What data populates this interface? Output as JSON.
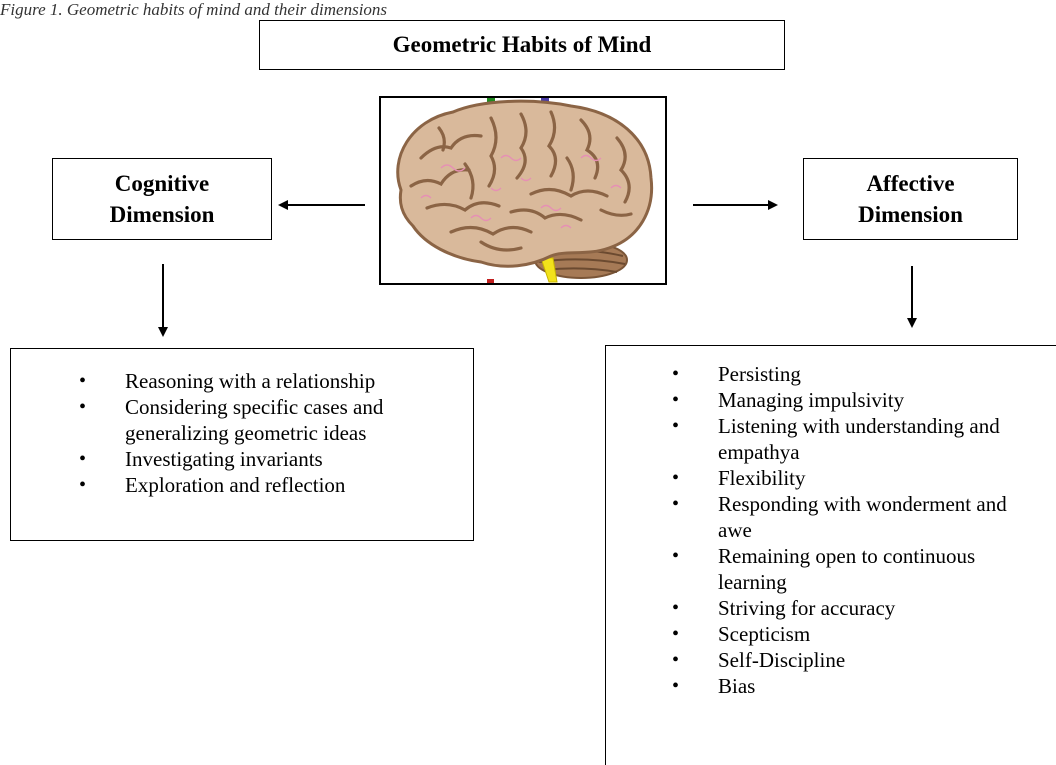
{
  "caption": "Figure 1. Geometric habits of mind and their dimensions",
  "title": "Geometric Habits of Mind",
  "cognitive": {
    "label_line1": "Cognitive",
    "label_line2": "Dimension",
    "items": [
      "Reasoning with a relationship",
      "Considering specific cases and generalizing geometric ideas",
      "Investigating invariants",
      "Exploration and reflection"
    ]
  },
  "affective": {
    "label_line1": "Affective",
    "label_line2": "Dimension",
    "items": [
      "Persisting",
      "Managing impulsivity",
      "Listening with understanding and empathya",
      "Flexibility",
      "Responding with wonderment and awe",
      "Remaining open to continuous learning",
      "Striving for accuracy",
      "Scepticism",
      "Self-Discipline",
      "Bias"
    ]
  },
  "image": {
    "icon": "brain-icon"
  },
  "colors": {
    "brain_fill": "#d9b99b",
    "brain_fold": "#8b6445",
    "brain_vessel": "#e690b4",
    "cerebellum": "#9c7350",
    "stem_yellow": "#f2e21b"
  }
}
